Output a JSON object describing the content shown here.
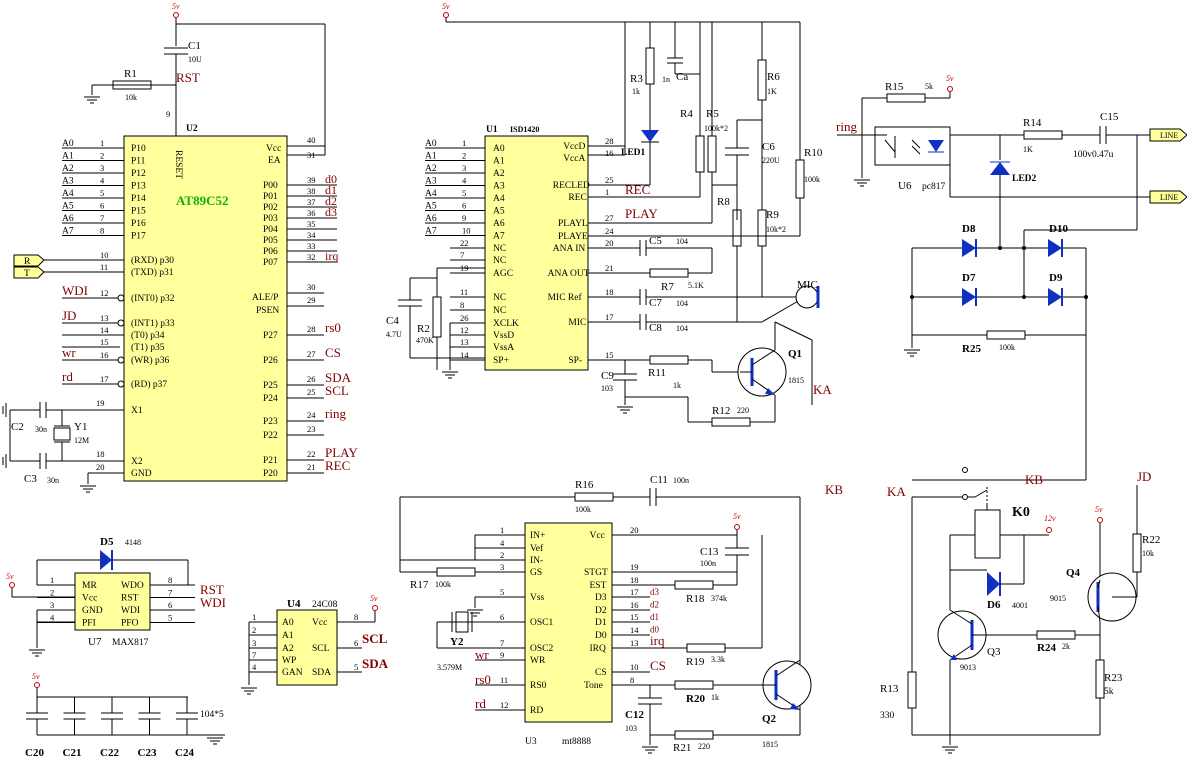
{
  "power_label": "5v",
  "u2": {
    "ref": "U2",
    "part": "AT89C52",
    "left_pins": [
      {
        "net": "A0",
        "num": "1",
        "name": "P10"
      },
      {
        "net": "A1",
        "num": "2",
        "name": "P11"
      },
      {
        "net": "A2",
        "num": "3",
        "name": "P12"
      },
      {
        "net": "A3",
        "num": "4",
        "name": "P13"
      },
      {
        "net": "A4",
        "num": "5",
        "name": "P14"
      },
      {
        "net": "A5",
        "num": "6",
        "name": "P15"
      },
      {
        "net": "A6",
        "num": "7",
        "name": "P16"
      },
      {
        "net": "A7",
        "num": "8",
        "name": "P17"
      }
    ],
    "reset_label": "RESET",
    "right_top": [
      {
        "num": "40",
        "name": "Vcc"
      },
      {
        "num": "31",
        "name": "EA"
      }
    ],
    "p0_pins": [
      {
        "num": "39",
        "name": "P00",
        "net": "d0"
      },
      {
        "num": "38",
        "name": "P01",
        "net": "d1"
      },
      {
        "num": "37",
        "name": "P02",
        "net": "d2"
      },
      {
        "num": "36",
        "name": "P03",
        "net": "d3"
      },
      {
        "num": "35",
        "name": "P04",
        "net": ""
      },
      {
        "num": "34",
        "name": "P05",
        "net": ""
      },
      {
        "num": "33",
        "name": "P06",
        "net": ""
      },
      {
        "num": "32",
        "name": "P07",
        "net": "irq"
      }
    ],
    "p3_pins": [
      {
        "num": "10",
        "name": "(RXD) p30",
        "net": "R"
      },
      {
        "num": "11",
        "name": "(TXD) p31",
        "net": "T"
      },
      {
        "num": "12",
        "name": "(INT0) p32",
        "net": "WDI"
      },
      {
        "num": "13",
        "name": "(INT1) p33",
        "net": "JD"
      },
      {
        "num": "14",
        "name": "(T0) p34",
        "net": ""
      },
      {
        "num": "15",
        "name": "(T1) p35",
        "net": ""
      },
      {
        "num": "16",
        "name": "(WR) p36",
        "net": "wr"
      },
      {
        "num": "17",
        "name": "(RD) p37",
        "net": "rd"
      }
    ],
    "ale": {
      "num": "30",
      "name": "ALE/P"
    },
    "psen": {
      "num": "29",
      "name": "PSEN"
    },
    "p2_pins": [
      {
        "num": "28",
        "name": "P27",
        "net": "rs0"
      },
      {
        "num": "27",
        "name": "P26",
        "net": "CS"
      },
      {
        "num": "26",
        "name": "P25",
        "net": "SDA"
      },
      {
        "num": "25",
        "name": "P24",
        "net": "SCL"
      },
      {
        "num": "24",
        "name": "P23",
        "net": "ring"
      },
      {
        "num": "23",
        "name": "P22",
        "net": ""
      },
      {
        "num": "22",
        "name": "P21",
        "net": "PLAY"
      },
      {
        "num": "21",
        "name": "P20",
        "net": "REC"
      }
    ],
    "x1": {
      "num": "19",
      "name": "X1"
    },
    "x2": {
      "num": "18",
      "name": "X2"
    },
    "gnd": {
      "num": "20",
      "name": "GND"
    },
    "reset_pin": "9"
  },
  "u1": {
    "ref": "U1",
    "part": "ISD1420",
    "left_pins": [
      {
        "net": "A0",
        "num": "1",
        "name": "A0"
      },
      {
        "net": "A1",
        "num": "2",
        "name": "A1"
      },
      {
        "net": "A2",
        "num": "3",
        "name": "A2"
      },
      {
        "net": "A3",
        "num": "4",
        "name": "A3"
      },
      {
        "net": "A4",
        "num": "5",
        "name": "A4"
      },
      {
        "net": "A5",
        "num": "6",
        "name": "A5"
      },
      {
        "net": "A6",
        "num": "9",
        "name": "A6"
      },
      {
        "net": "A7",
        "num": "10",
        "name": "A7"
      }
    ],
    "left_extra": [
      {
        "num": "22",
        "name": "NC"
      },
      {
        "num": "7",
        "name": "NC"
      },
      {
        "num": "19",
        "name": "AGC"
      },
      {
        "num": "11",
        "name": "NC"
      },
      {
        "num": "8",
        "name": "NC"
      },
      {
        "num": "26",
        "name": "XCLK"
      },
      {
        "num": "12",
        "name": "VssD"
      },
      {
        "num": "13",
        "name": "VssA"
      },
      {
        "num": "14",
        "name": "SP+"
      }
    ],
    "right_pins": [
      {
        "num": "28",
        "name": "VccD"
      },
      {
        "num": "16",
        "name": "VccA"
      },
      {
        "num": "25",
        "name": "RECLED"
      },
      {
        "num": "1",
        "name": "REC"
      },
      {
        "num": "27",
        "name": "PLAYL"
      },
      {
        "num": "24",
        "name": "PLAYE"
      },
      {
        "num": "20",
        "name": "ANA IN"
      },
      {
        "num": "21",
        "name": "ANA OUT"
      },
      {
        "num": "18",
        "name": "MIC Ref"
      },
      {
        "num": "17",
        "name": "MIC"
      },
      {
        "num": "15",
        "name": "SP-"
      }
    ]
  },
  "u3": {
    "ref": "U3",
    "part": "mt8888",
    "left_pins": [
      {
        "num": "1",
        "name": "IN+"
      },
      {
        "num": "4",
        "name": "Vef"
      },
      {
        "num": "2",
        "name": "IN-"
      },
      {
        "num": "3",
        "name": "GS"
      },
      {
        "num": "5",
        "name": "Vss"
      },
      {
        "num": "6",
        "name": "OSC1"
      },
      {
        "num": "7",
        "name": "OSC2"
      },
      {
        "num": "9",
        "name": "WR"
      },
      {
        "num": "11",
        "name": "RS0"
      },
      {
        "num": "12",
        "name": "RD"
      }
    ],
    "right_pins": [
      {
        "num": "20",
        "name": "Vcc"
      },
      {
        "num": "19",
        "name": "STGT"
      },
      {
        "num": "18",
        "name": "EST"
      },
      {
        "num": "17",
        "name": "D3"
      },
      {
        "num": "16",
        "name": "D2"
      },
      {
        "num": "15",
        "name": "D1"
      },
      {
        "num": "14",
        "name": "D0"
      },
      {
        "num": "13",
        "name": "IRQ"
      },
      {
        "num": "10",
        "name": "CS"
      },
      {
        "num": "8",
        "name": "Tone"
      }
    ],
    "data_nets": [
      "d3",
      "d2",
      "d1",
      "d0"
    ]
  },
  "u4": {
    "ref": "U4",
    "part": "24C08",
    "pins_left": [
      {
        "num": "1",
        "name": "A0"
      },
      {
        "num": "2",
        "name": "A1"
      },
      {
        "num": "3",
        "name": "A2"
      },
      {
        "num": "7",
        "name": "WP"
      },
      {
        "num": "4",
        "name": "GAN"
      }
    ],
    "pins_right": [
      {
        "num": "8",
        "name": "Vcc"
      },
      {
        "num": "6",
        "name": "SCL"
      },
      {
        "num": "5",
        "name": "SDA"
      }
    ]
  },
  "u7": {
    "ref": "U7",
    "part": "MAX817",
    "pins_left": [
      {
        "num": "1",
        "name": "MR"
      },
      {
        "num": "2",
        "name": "Vcc"
      },
      {
        "num": "3",
        "name": "GND"
      },
      {
        "num": "4",
        "name": "PFI"
      }
    ],
    "pins_right": [
      {
        "num": "8",
        "name": "WDO"
      },
      {
        "num": "7",
        "name": "RST"
      },
      {
        "num": "6",
        "name": "WDI"
      },
      {
        "num": "5",
        "name": "PFO"
      }
    ],
    "nets": [
      "RST",
      "WDI"
    ]
  },
  "u6": {
    "ref": "U6",
    "part": "pc817"
  },
  "components": {
    "C1": "C1",
    "C1v": "10U",
    "R1": "R1",
    "R1v": "10k",
    "RST": "RST",
    "C2": "C2",
    "C2v": "30n",
    "C3": "C3",
    "C3v": "30n",
    "Y1": "Y1",
    "Y1v": "12M",
    "R3": "R3",
    "R3v": "1k",
    "Ca": "Ca",
    "Cav": "1n",
    "R4": "R4",
    "R5": "R5",
    "R5v": "100k*2",
    "R6": "R6",
    "R6v": "1K",
    "C6": "C6",
    "C6v": "220U",
    "R10": "R10",
    "R10v": "100k",
    "R8": "R8",
    "R9": "R9",
    "R9v": "10k*2",
    "LED1": "LED1",
    "C5": "C5",
    "C5v": "104",
    "R7": "R7",
    "R7v": "5.1K",
    "C7": "C7",
    "C7v": "104",
    "C8": "C8",
    "C8v": "104",
    "C4": "C4",
    "C4v": "4.7U",
    "R2": "R2",
    "R2v": "470K",
    "MIC": "MIC",
    "C9": "C9",
    "C9v": "103",
    "R11": "R11",
    "R11v": "1k",
    "R12": "R12",
    "R12v": "220",
    "Q1": "Q1",
    "Q1v": "1815",
    "KA": "KA",
    "R15": "R15",
    "R15v": "5k",
    "ring": "ring",
    "R14": "R14",
    "R14v": "1K",
    "C15": "C15",
    "C15v": "100v0.47u",
    "LINE1": "LINE",
    "LINE2": "LINE",
    "U6": "U6",
    "LED2": "LED2",
    "D8": "D8",
    "D10": "D10",
    "D7": "D7",
    "D9": "D9",
    "R25": "R25",
    "R25v": "100k",
    "KB": "KB",
    "K0": "K0",
    "K0v": "12v",
    "D6": "D6",
    "D6v": "4001",
    "Q3": "Q3",
    "Q3v": "9013",
    "R24": "R24",
    "R24v": "2k",
    "R13": "R13",
    "R13v": "330",
    "Q4": "Q4",
    "Q4v": "9015",
    "R22": "R22",
    "R22v": "10k",
    "R23": "R23",
    "R23v": "5k",
    "JD": "JD",
    "R16": "R16",
    "R16v": "100k",
    "C11": "C11",
    "C11v": "100n",
    "R17": "R17",
    "R17v": "100k",
    "C13": "C13",
    "C13v": "100n",
    "R18": "R18",
    "R18v": "374k",
    "Y2": "Y2",
    "Y2v": "3.579M",
    "R19": "R19",
    "R19v": "3.3k",
    "R20": "R20",
    "R20v": "1k",
    "R21": "R21",
    "R21v": "220",
    "C12": "C12",
    "C12v": "103",
    "Q2": "Q2",
    "Q2v": "1815",
    "D5": "D5",
    "D5v": "4148",
    "C20": "C20",
    "C21": "C21",
    "C22": "C22",
    "C23": "C23",
    "C24": "C24",
    "C_bank": "104*5"
  }
}
